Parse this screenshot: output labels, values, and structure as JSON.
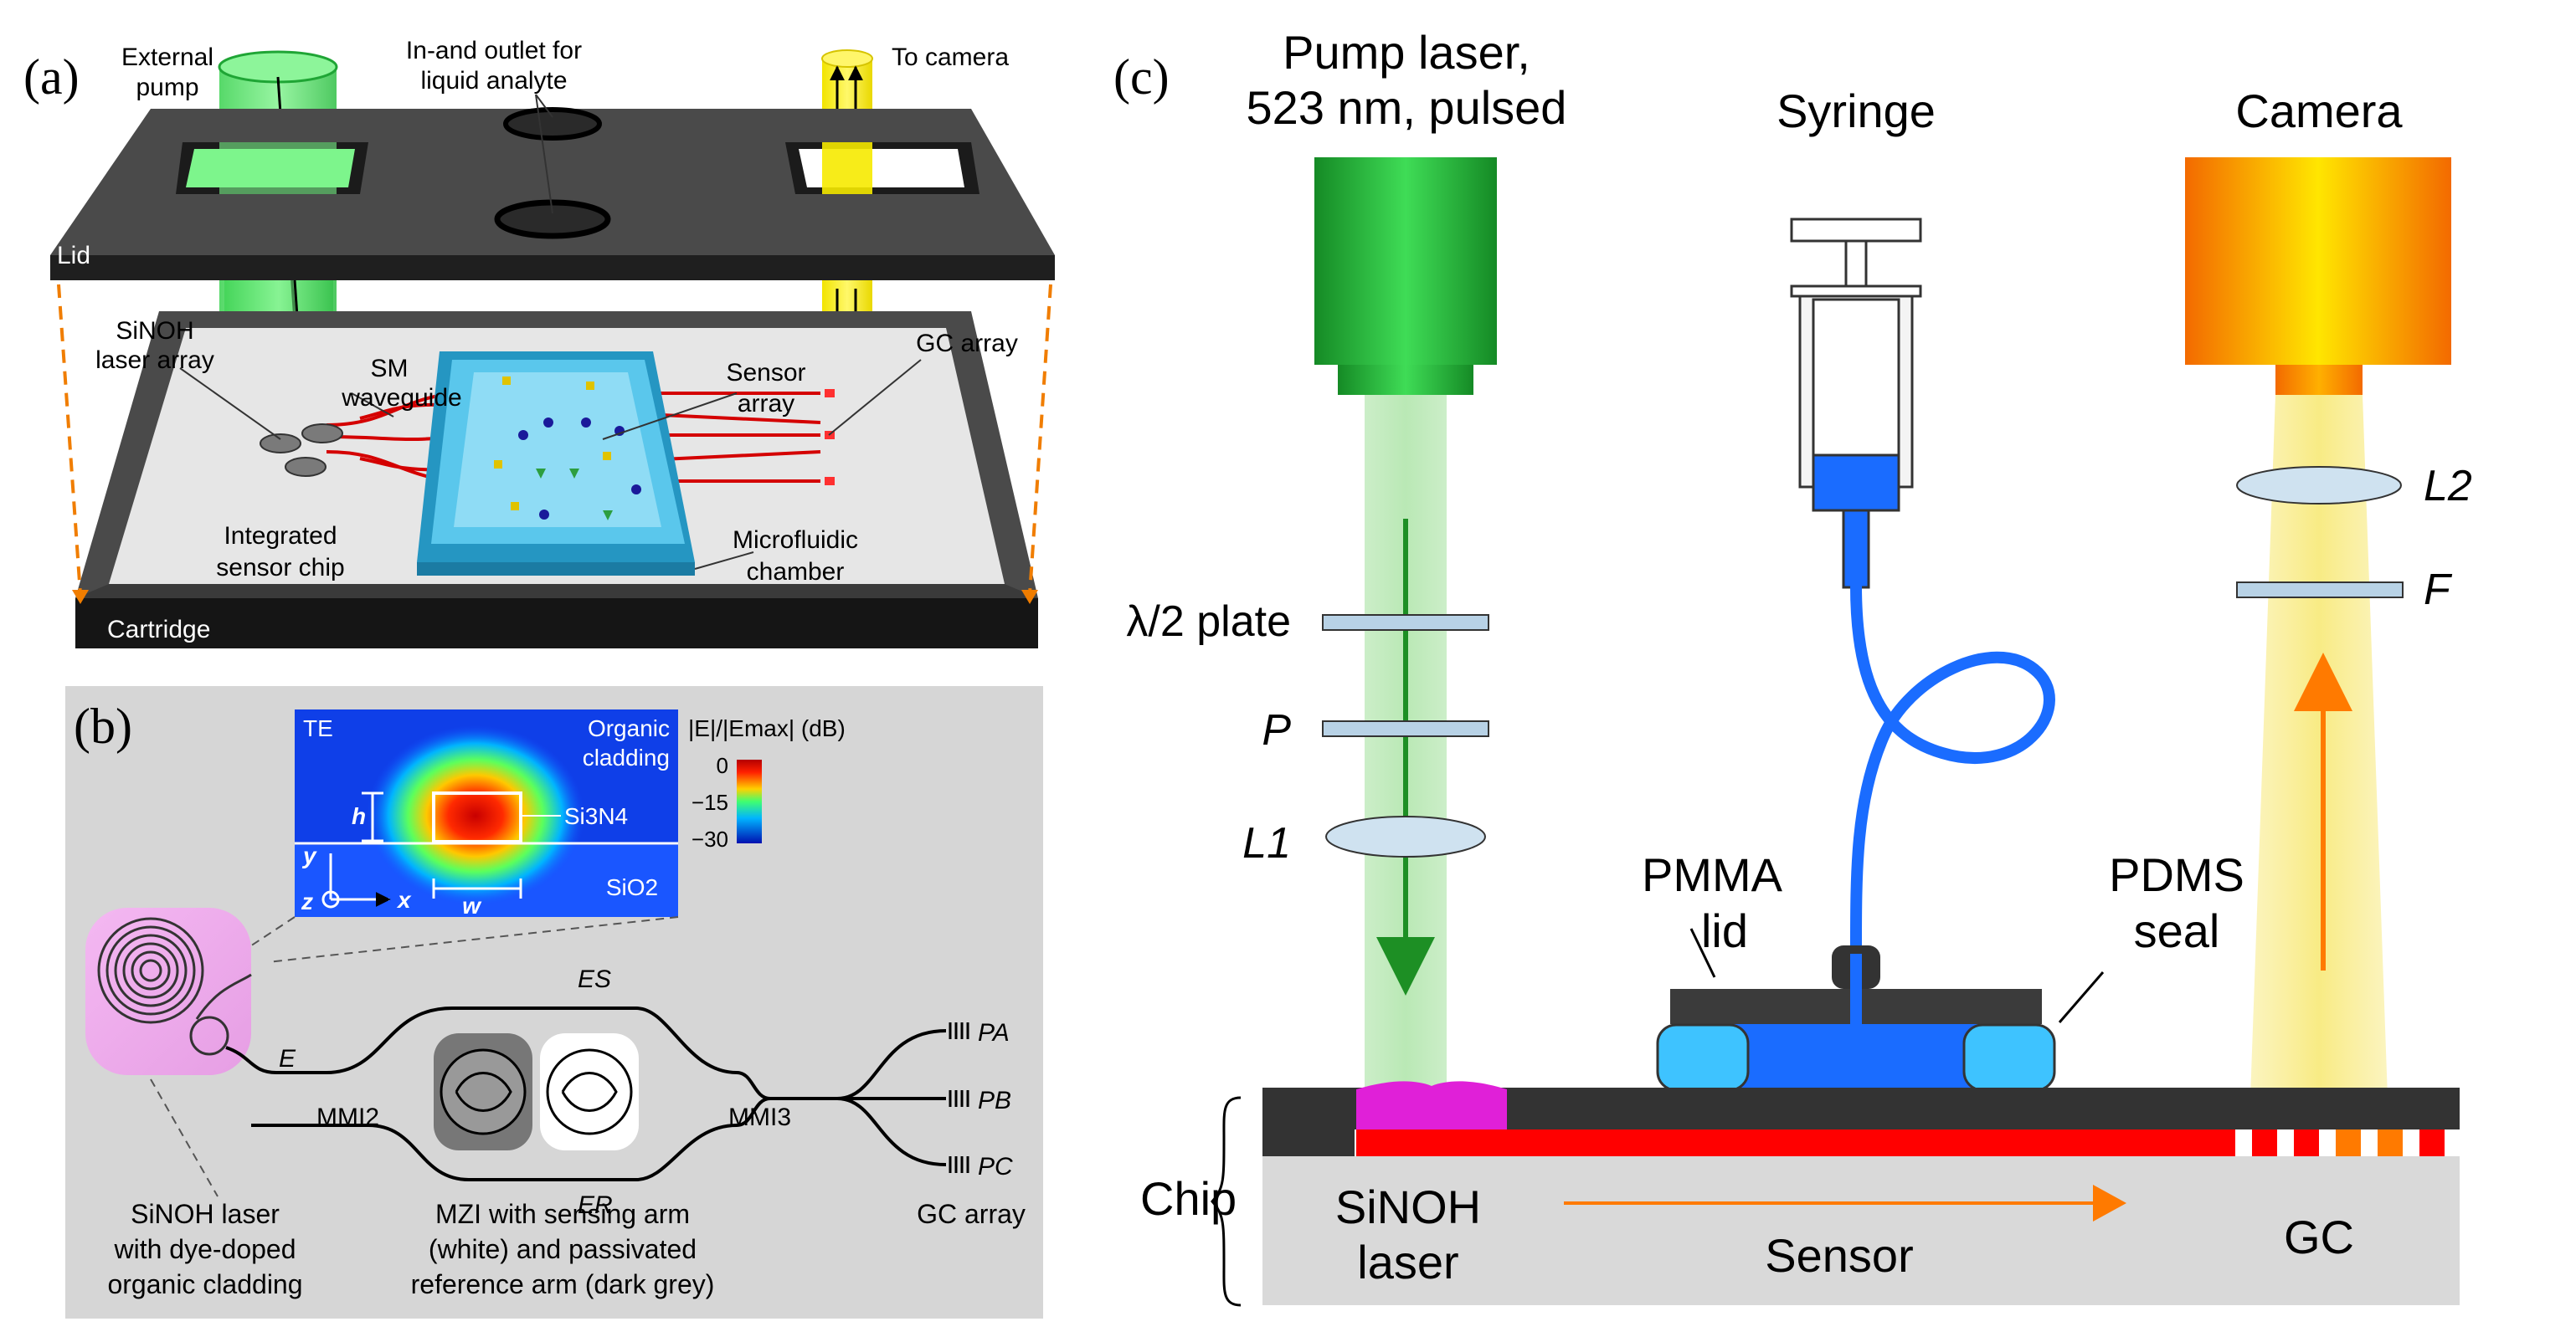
{
  "panel_a": {
    "tag": "(a)",
    "external_pump": [
      "External",
      "pump"
    ],
    "inlet": [
      "In-and outlet for",
      "liquid analyte"
    ],
    "to_camera": "To camera",
    "lid": "Lid",
    "laser_array": [
      "SiNOH",
      "laser array"
    ],
    "sm_waveguide": [
      "SM",
      "waveguide"
    ],
    "sensor_array": [
      "Sensor",
      "array"
    ],
    "gc_array": "GC array",
    "sensor_chip": [
      "Integrated",
      "sensor chip"
    ],
    "microfluidic": [
      "Microfluidic",
      "chamber"
    ],
    "cartridge": "Cartridge"
  },
  "panel_b": {
    "tag": "(b)",
    "te": "TE",
    "organic": [
      "Organic",
      "cladding"
    ],
    "colorbar_title": "|E|/|Emax| (dB)",
    "colorbar_ticks": [
      "0",
      "−15",
      "−30"
    ],
    "core": "Si3N4",
    "substrate": "SiO2",
    "h": "h",
    "w": "w",
    "axis_x": "x",
    "axis_y": "y",
    "axis_z": "z",
    "e": "E",
    "es": "ES",
    "er": "ER",
    "mmi2": "MMI2",
    "mmi3": "MMI3",
    "pa": "PA",
    "pb": "PB",
    "pc": "PC",
    "laser_caption": [
      "SiNOH laser",
      "with dye-doped",
      "organic cladding"
    ],
    "mzi_caption": [
      "MZI with sensing arm",
      "(white) and passivated",
      "reference arm (dark grey)"
    ],
    "gc_caption": "GC array"
  },
  "panel_c": {
    "tag": "(c)",
    "pump": [
      "Pump laser,",
      "523 nm, pulsed"
    ],
    "syringe": "Syringe",
    "camera": "Camera",
    "half_wave": "λ/2 plate",
    "polarizer": "P",
    "l1": "L1",
    "l2": "L2",
    "filter": "F",
    "pmma": [
      "PMMA",
      "lid"
    ],
    "pdms": [
      "PDMS",
      "seal"
    ],
    "chip": "Chip",
    "laser": [
      "SiNOH",
      "laser"
    ],
    "sensor": "Sensor",
    "gc": "GC"
  },
  "colors": {
    "pump_green": "#2db34a",
    "camera_yellow": "#f5e600",
    "tubing_blue": "#1a6cff",
    "waveguide_red": "#ff0000",
    "arrow_orange": "#ff7a00",
    "chip_grey": "#d9d9d9"
  }
}
